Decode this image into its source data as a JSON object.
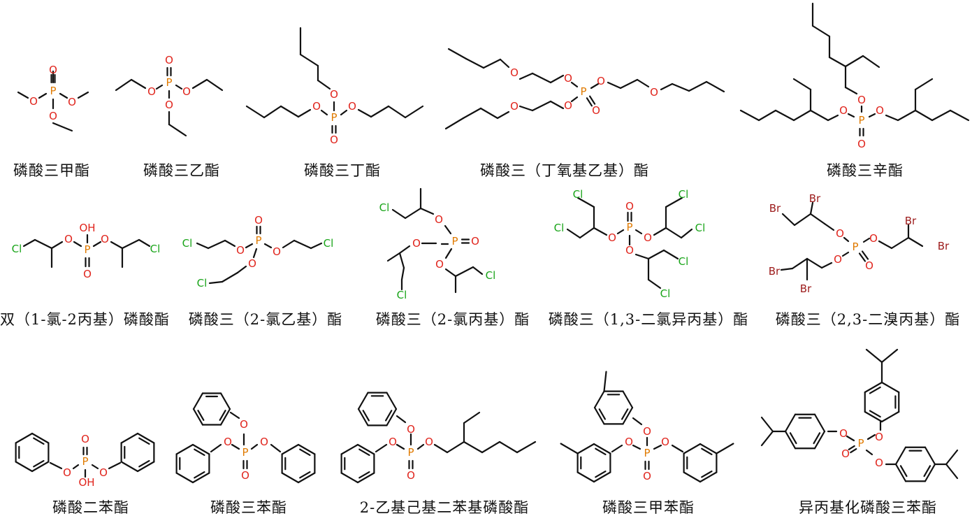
{
  "labels": {
    "r1": [
      "磷酸三甲酯",
      "磷酸三乙酯",
      "磷酸三丁酯",
      "磷酸三（丁氧基乙基）酯",
      "磷酸三辛酯"
    ],
    "r2": [
      "双（1-氯-2丙基）磷酸酯",
      "磷酸三（2-氯乙基）酯",
      "磷酸三（2-氯丙基）酯",
      "磷酸三（1,3-二氯异丙基）酯",
      "磷酸三（2,3-二溴丙基）酯"
    ],
    "r3": [
      "磷酸二苯酯",
      "磷酸三苯酯",
      "2-乙基己基二苯基磷酸酯",
      "磷酸三甲苯酯",
      "异丙基化磷酸三苯酯"
    ]
  },
  "atoms": {
    "P": "P",
    "O": "O",
    "OH": "OH",
    "Cl": "Cl",
    "Br": "Br"
  },
  "colors": {
    "P": "#e07a00",
    "O": "#e0241c",
    "Cl": "#1aa51a",
    "Br": "#9c1a1a",
    "bond": "#111111"
  }
}
